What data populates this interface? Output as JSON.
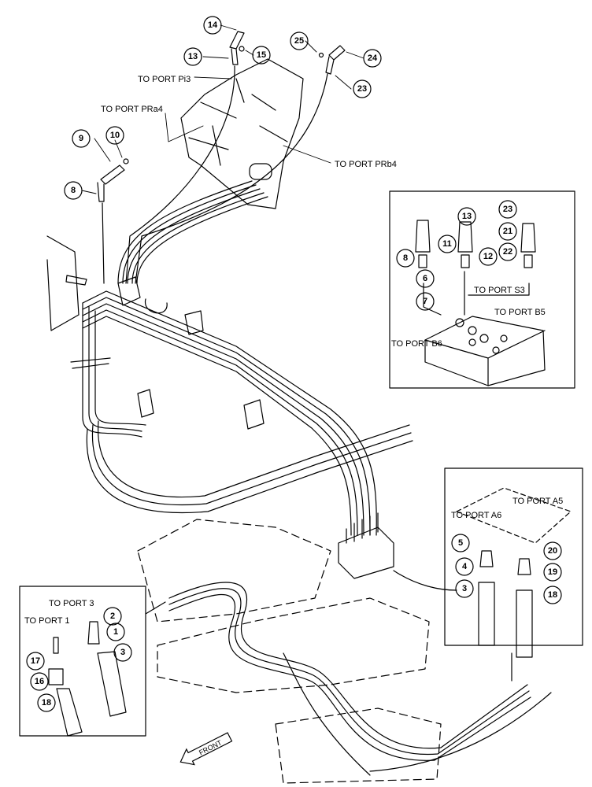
{
  "labels": {
    "port_pi3": "TO PORT Pi3",
    "port_pa4": "TO PORT PRa4",
    "port_pb4": "TO PORT PRb4",
    "port_s3": "TO PORT S3",
    "port_b5": "TO PORT B5",
    "port_b6": "TO PORT B6",
    "port_a6": "TO PORT A6",
    "port_a5": "TO PORT A5",
    "port_3": "TO PORT 3",
    "port_1": "TO PORT 1",
    "front": "FRONT"
  },
  "callouts": {
    "c14": "14",
    "c13": "13",
    "c15": "15",
    "c25": "25",
    "c24": "24",
    "c23": "23",
    "c9": "9",
    "c10": "10",
    "c8": "8",
    "d13": "13",
    "d23": "23",
    "d8": "8",
    "d11": "11",
    "d12": "12",
    "d21": "21",
    "d22": "22",
    "d6": "6",
    "d7": "7",
    "e5": "5",
    "e4": "4",
    "e3": "3",
    "e20": "20",
    "e19": "19",
    "e18": "18",
    "f2": "2",
    "f1": "1",
    "f3": "3",
    "f17": "17",
    "f16": "16",
    "f18": "18"
  },
  "colors": {
    "line": "#000000",
    "background": "#ffffff"
  }
}
